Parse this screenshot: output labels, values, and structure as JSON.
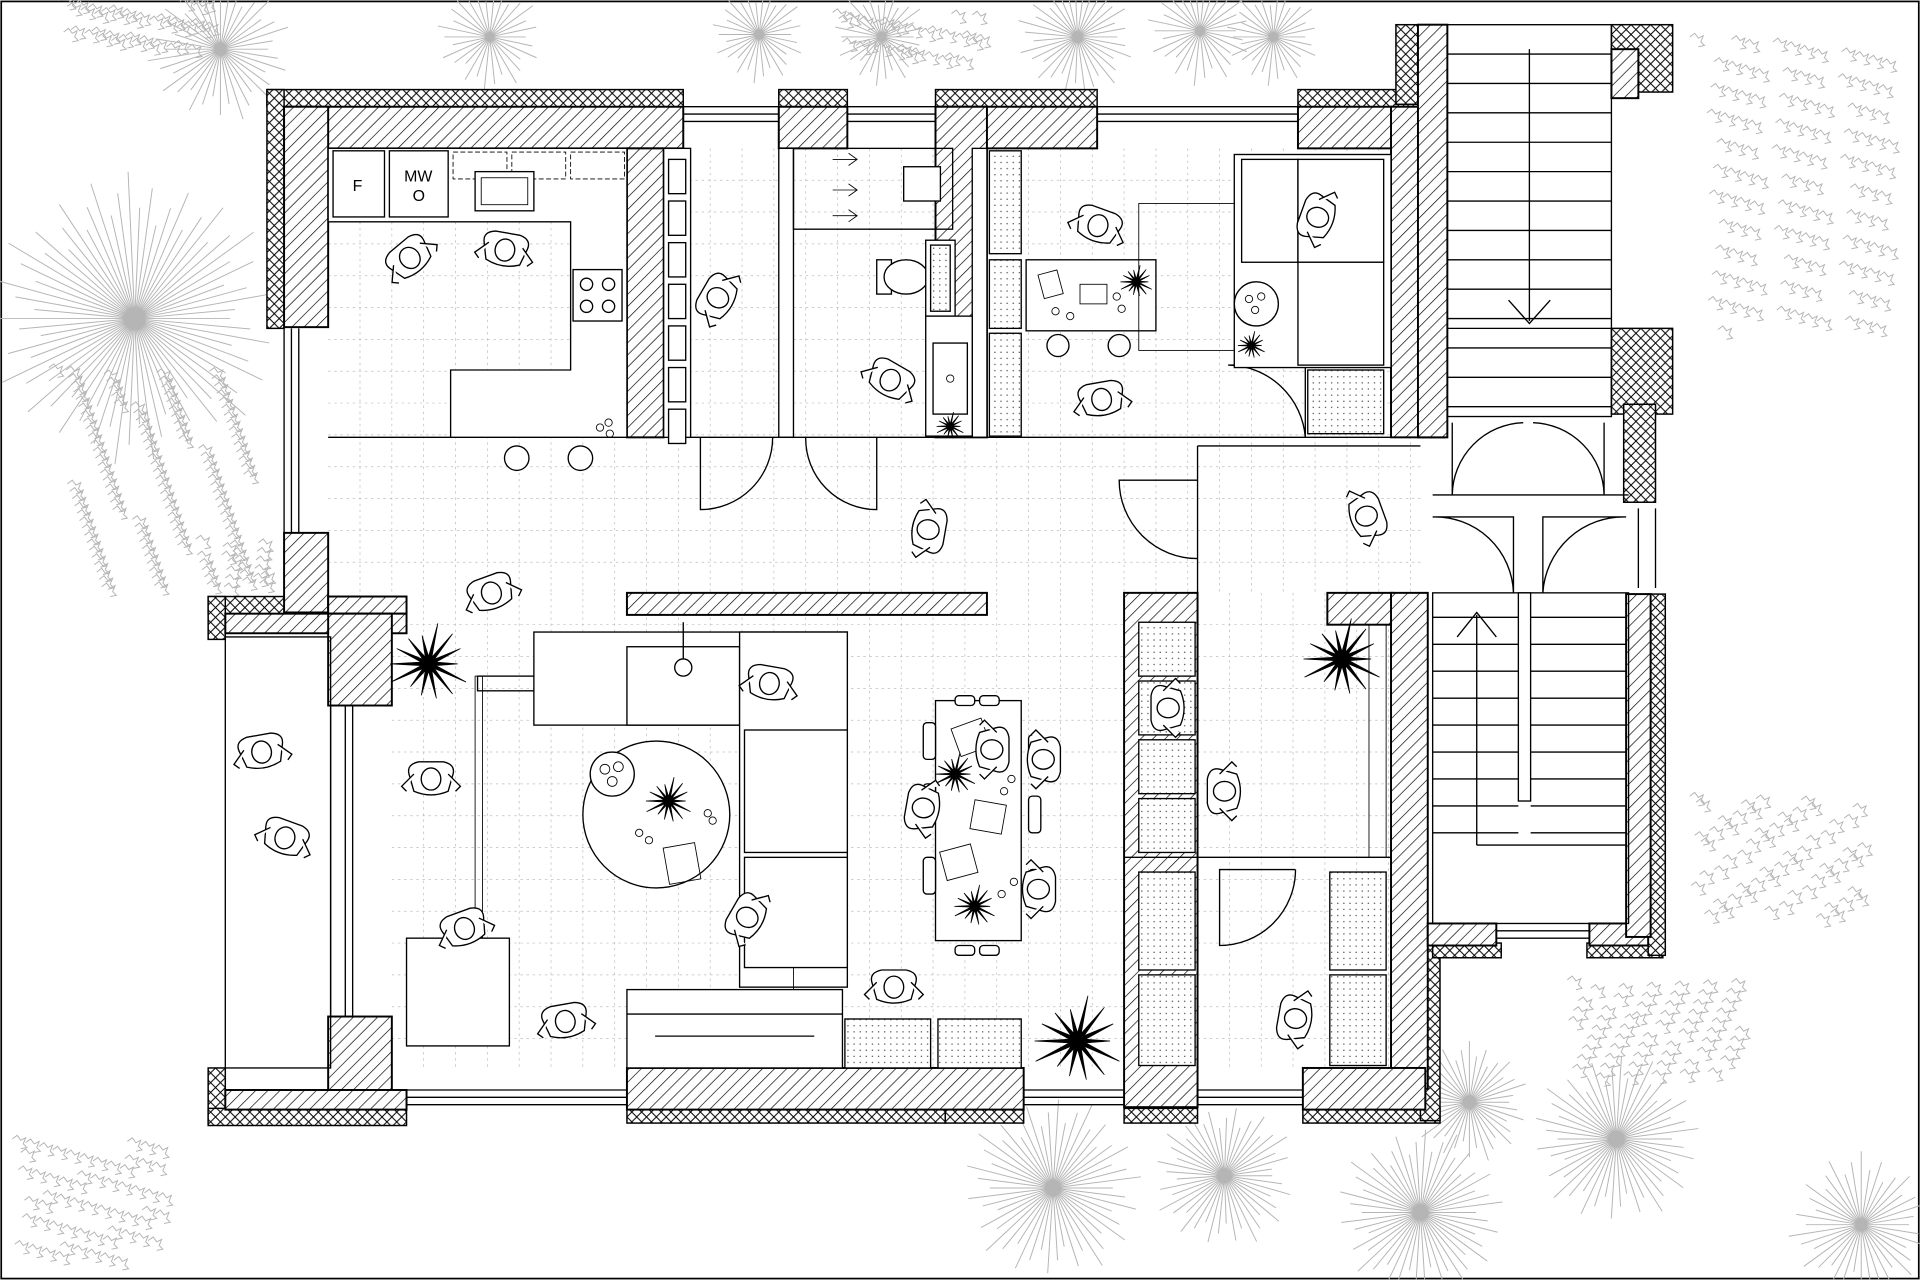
{
  "kitchen": {
    "fridge_label": "F",
    "microwave_label": "MW",
    "oven_label": "O"
  },
  "colors": {
    "line": "#000000",
    "background": "#ffffff",
    "vegetation": "#b5b5b5",
    "grid": "#bdbdbd"
  },
  "icons": [
    "person-icon",
    "plant-icon",
    "tree-icon",
    "hob-icon",
    "sink-icon",
    "toilet-icon",
    "door-swing-icon",
    "stair-arrow-icon"
  ]
}
